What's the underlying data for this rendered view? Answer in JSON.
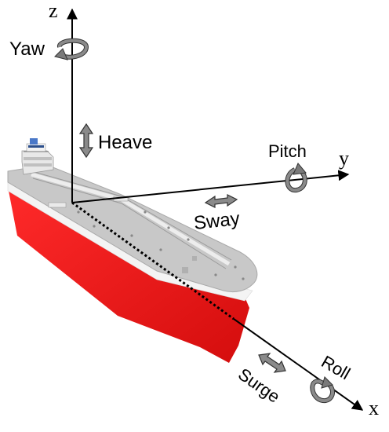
{
  "axes": {
    "z": "z",
    "y": "y",
    "x": "x"
  },
  "motions": {
    "yaw": "Yaw",
    "heave": "Heave",
    "pitch": "Pitch",
    "sway": "Sway",
    "surge": "Surge",
    "roll": "Roll"
  },
  "colors": {
    "hull_red": "#e61a1a",
    "deck_gray": "#c8c8c8",
    "arrow_gray": "#7a7a7a",
    "axis": "#000000"
  },
  "icons": {
    "rotation": "curved-rotation-arrow-icon",
    "translation": "double-headed-arrow-icon"
  }
}
